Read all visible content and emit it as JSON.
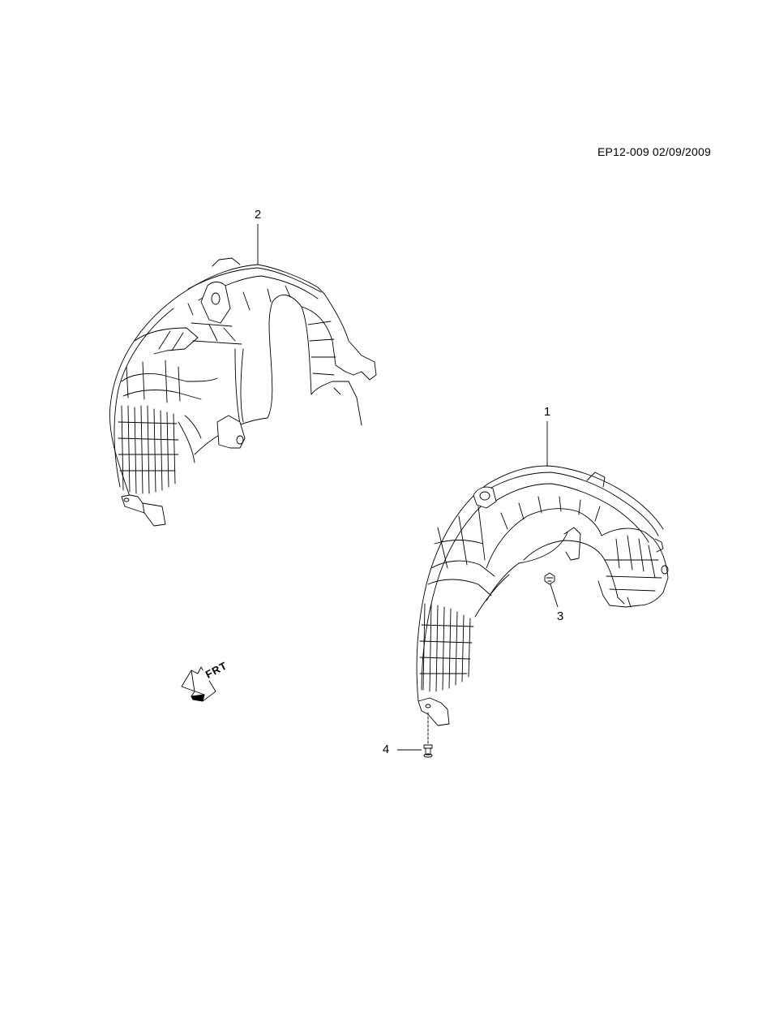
{
  "document": {
    "reference": "EP12-009 02/09/2009"
  },
  "callouts": [
    {
      "id": "1",
      "label": "1"
    },
    {
      "id": "2",
      "label": "2"
    },
    {
      "id": "3",
      "label": "3"
    },
    {
      "id": "4",
      "label": "4"
    }
  ],
  "direction_indicator": {
    "label": "FRT",
    "icon": "front-arrow-icon"
  },
  "parts": [
    {
      "callout": "1",
      "icon": "wheel-liner-right-icon"
    },
    {
      "callout": "2",
      "icon": "wheel-liner-left-icon"
    },
    {
      "callout": "3",
      "icon": "clip-fastener-icon"
    },
    {
      "callout": "4",
      "icon": "screw-fastener-icon"
    }
  ]
}
